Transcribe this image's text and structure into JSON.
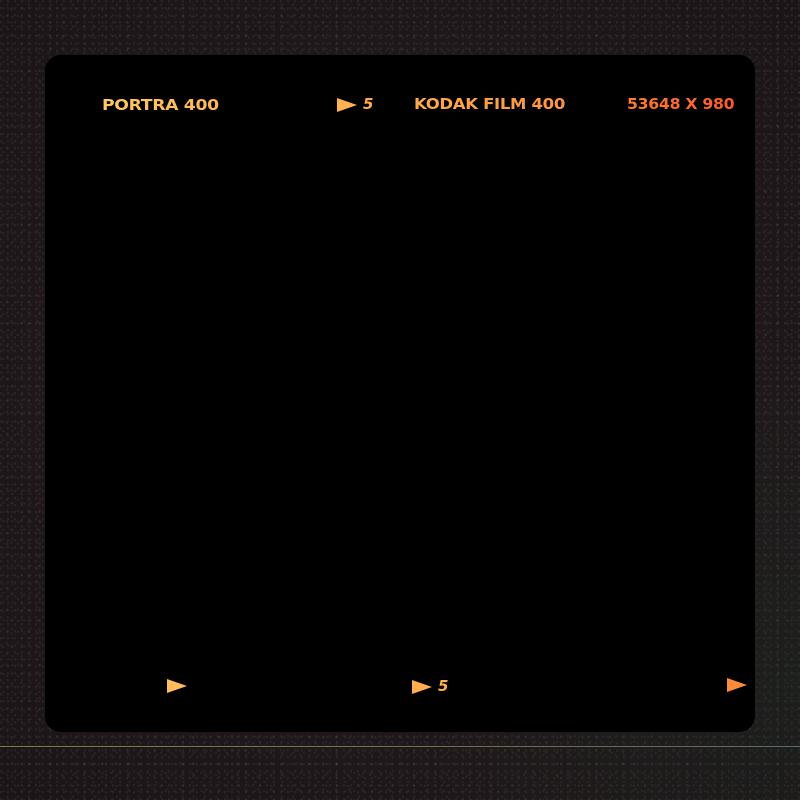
{
  "frame": {
    "labels": {
      "film_stock": "PORTRA 400",
      "brand": "KODAK FILM 400",
      "resolution": "53648 X 980"
    },
    "markers": {
      "top_center": {
        "icon": "play-triangle-icon",
        "number": "5"
      },
      "bottom_left": {
        "icon": "play-triangle-icon"
      },
      "bottom_center": {
        "icon": "play-triangle-icon",
        "number": "5"
      },
      "bottom_right": {
        "icon": "play-triangle-icon"
      }
    }
  },
  "colors": {
    "background": "#1f1719",
    "frame": "#000000",
    "label_yellow": "#ffc964",
    "label_orange": "#ff9440",
    "label_red_orange": "#ff5a28",
    "film_line": "#8d8a55"
  }
}
